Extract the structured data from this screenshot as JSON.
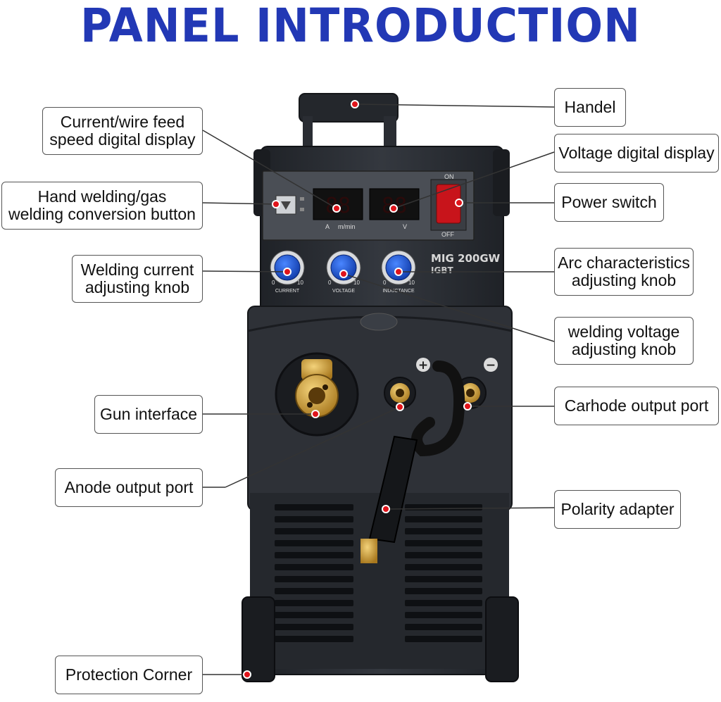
{
  "title": "PANEL INTRODUCTION",
  "colors": {
    "title": "#2238b5",
    "machine": "#2c2f36",
    "marker": "#e0141b",
    "knob": "#1c4fd6",
    "brass": "#d4a640"
  },
  "machine": {
    "model_text": "MIG 200GW",
    "model_sub": "IGBT",
    "switch_on": "ON",
    "switch_off": "OFF",
    "knob_labels": [
      "CURRENT",
      "VOLTAGE",
      "INDUCTANCE"
    ],
    "knob_min": "0",
    "knob_max": "10",
    "display_unit_a": "A",
    "display_unit_wire": "m/min",
    "display_unit_v": "V",
    "plus_sign": "+",
    "minus_sign": "−"
  },
  "labels": {
    "handle": "Handel",
    "wire_display_1": "Current/wire feed",
    "wire_display_2": "speed digital display",
    "voltage_display": "Voltage digital display",
    "hand_gas_1": "Hand welding/gas",
    "hand_gas_2": "welding conversion button",
    "power_switch": "Power switch",
    "current_knob_1": "Welding current",
    "current_knob_2": "adjusting knob",
    "arc_knob_1": "Arc characteristics",
    "arc_knob_2": "adjusting knob",
    "voltage_knob_1": "welding voltage",
    "voltage_knob_2": "adjusting knob",
    "gun_interface": "Gun interface",
    "cathode_port": "Carhode output port",
    "anode_port": "Anode output port",
    "polarity_adapter": "Polarity adapter",
    "protection_corner": "Protection Corner"
  }
}
